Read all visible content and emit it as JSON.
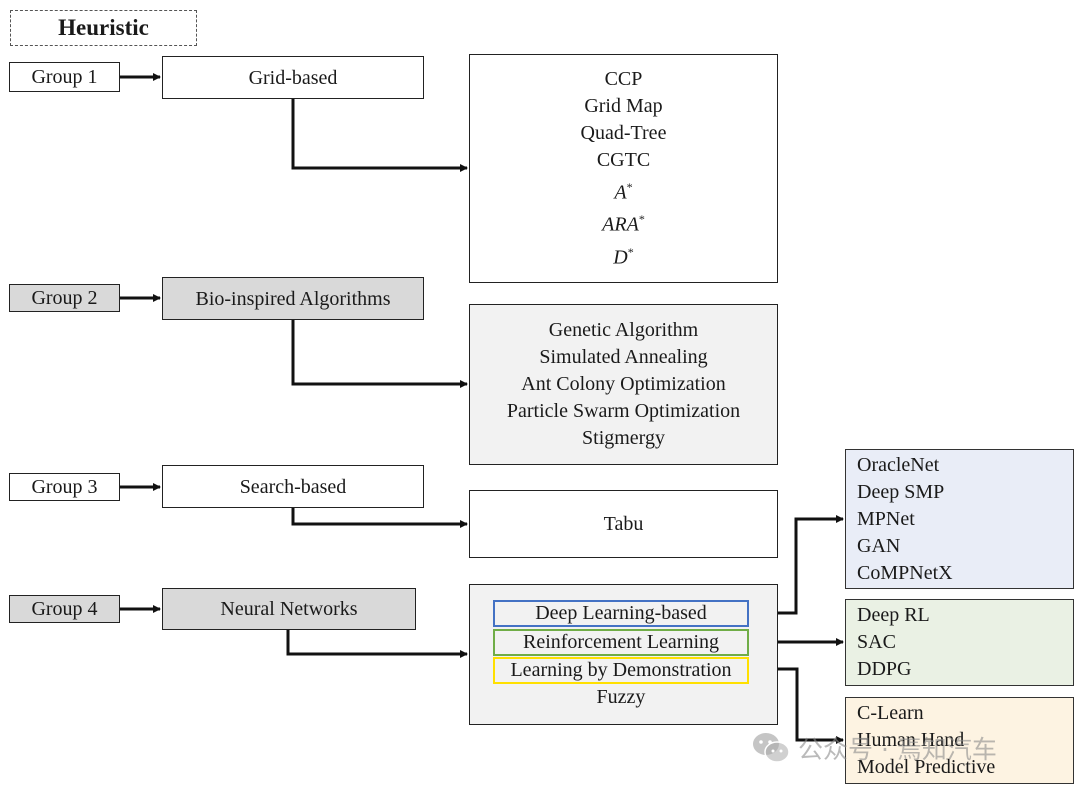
{
  "title": "Heuristic",
  "groups": [
    {
      "label": "Group 1",
      "category": "Grid-based",
      "items": [
        "CCP",
        "Grid Map",
        "Quad-Tree",
        "CGTC"
      ],
      "math_items": [
        {
          "base": "A",
          "sup": "*"
        },
        {
          "base": "ARA",
          "sup": "*"
        },
        {
          "base": "D",
          "sup": "*"
        }
      ]
    },
    {
      "label": "Group 2",
      "category": "Bio-inspired Algorithms",
      "items": [
        "Genetic Algorithm",
        "Simulated Annealing",
        "Ant Colony Optimization",
        "Particle Swarm Optimization",
        "Stigmergy"
      ]
    },
    {
      "label": "Group 3",
      "category": "Search-based",
      "items": [
        "Tabu"
      ]
    },
    {
      "label": "Group 4",
      "category": "Neural Networks",
      "items": [
        "Deep Learning-based",
        "Reinforcement Learning",
        "Learning by Demonstration",
        "Fuzzy"
      ]
    }
  ],
  "subgroups": {
    "deep_learning": [
      "OracleNet",
      "Deep SMP",
      "MPNet",
      "GAN",
      "CoMPNetX"
    ],
    "reinforcement": [
      "Deep RL",
      "SAC",
      "DDPG"
    ],
    "demonstration": [
      "C-Learn",
      "Human Hand",
      "Model Predictive"
    ]
  },
  "colors": {
    "deep_learning_border": "#4472c4",
    "deep_learning_fill": "#e9edf7",
    "reinforcement_border": "#70ad47",
    "reinforcement_fill": "#eaf1e4",
    "demonstration_border": "#ffe000",
    "demonstration_fill": "#fdf3e2",
    "group_grey": "#d9d9d9"
  },
  "watermark": {
    "text": "公众号 · 焉知汽车",
    "icon": "wechat-icon"
  }
}
